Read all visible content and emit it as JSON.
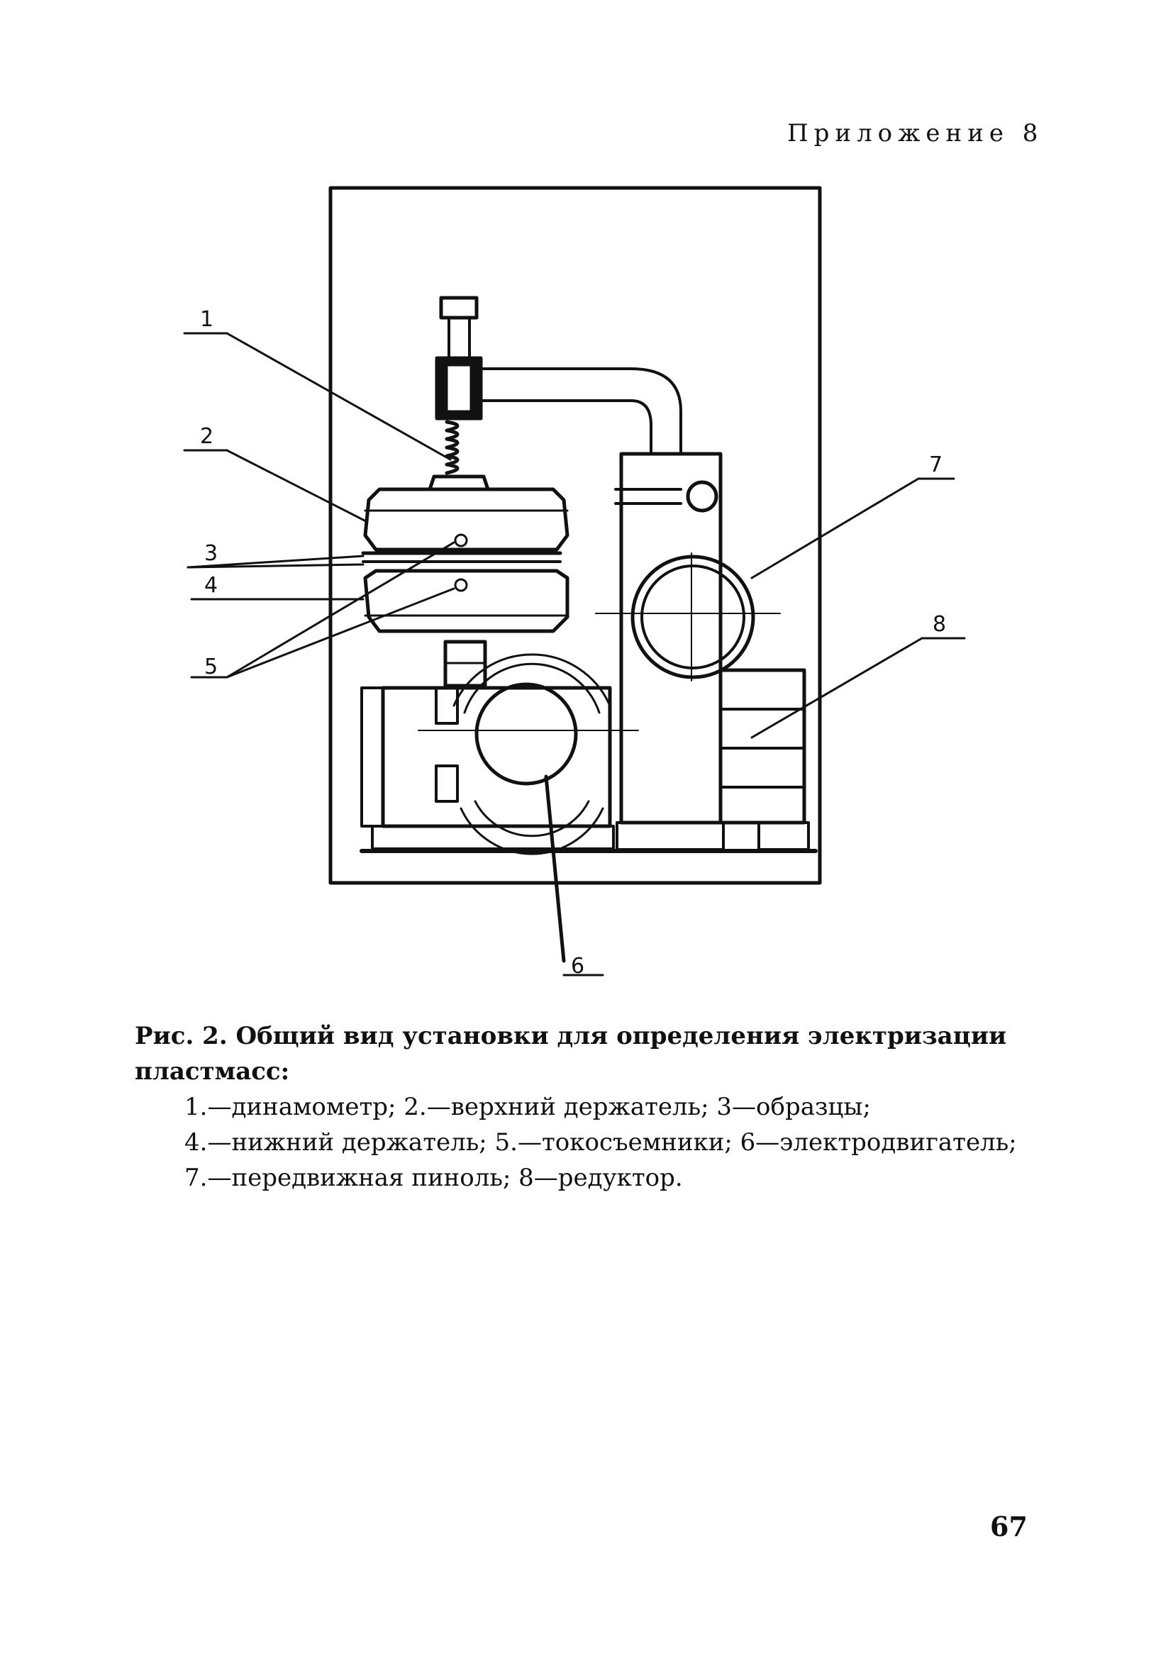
{
  "header": {
    "appendix": "Приложение 8"
  },
  "figure": {
    "callouts": [
      "1",
      "2",
      "3",
      "4",
      "5",
      "6",
      "7",
      "8"
    ]
  },
  "caption": {
    "title": "Рис. 2. Общий вид установки для определения электризации пластмасс:",
    "lines": [
      "1.—динамометр; 2.—верхний держатель; 3—образцы;",
      "4.—нижний держатель; 5.—токосъемники; 6—электродвигатель;",
      "7.—передвижная пиноль; 8—редуктор."
    ]
  },
  "footer": {
    "page_number": "67"
  }
}
